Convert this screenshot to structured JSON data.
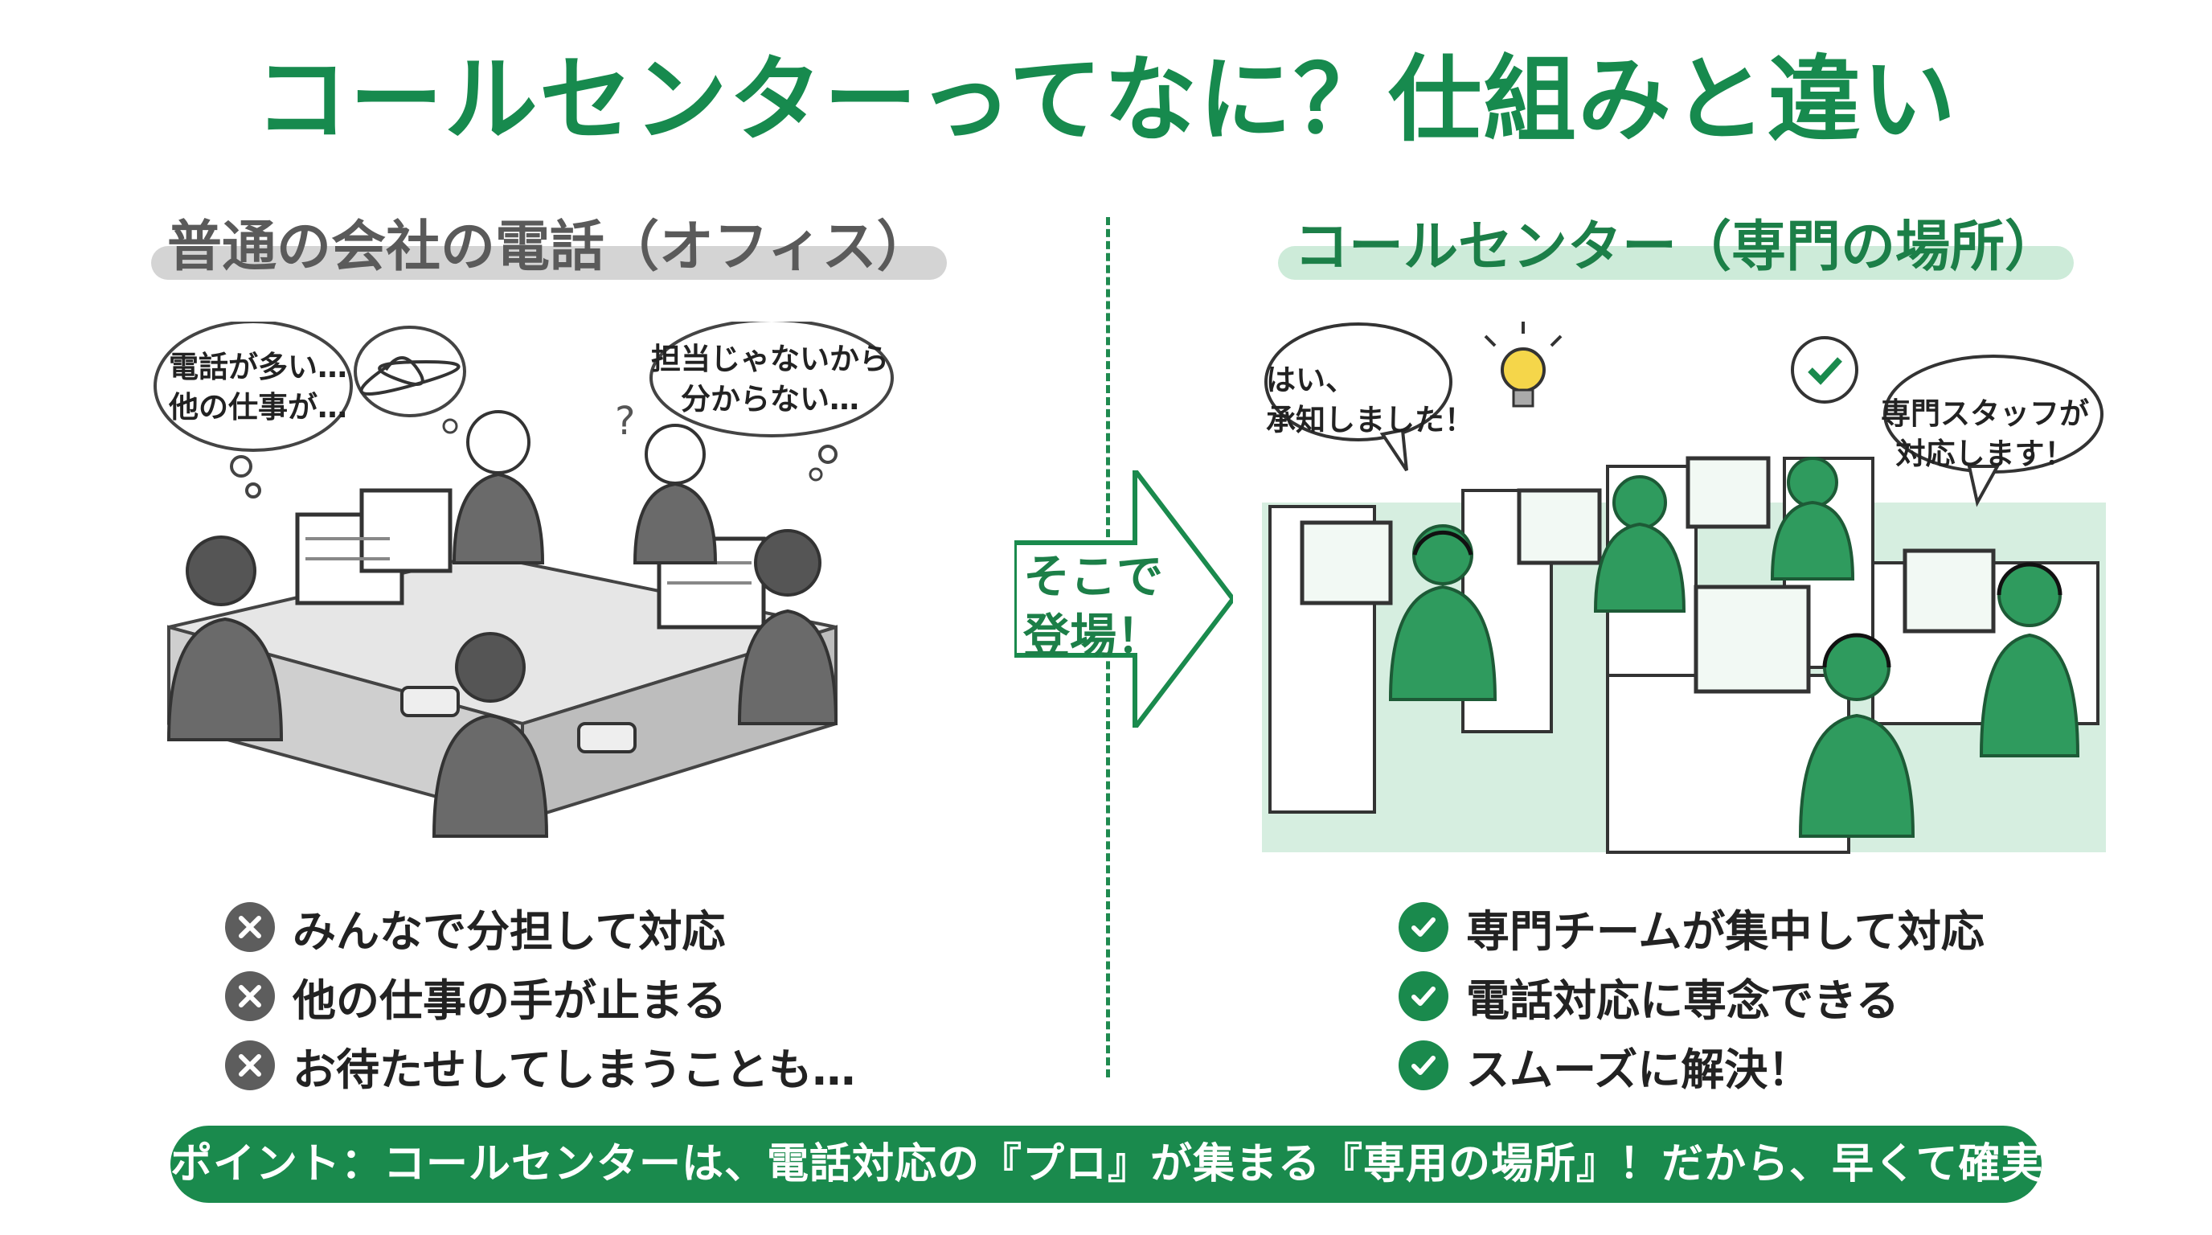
{
  "title": "コールセンターってなに？仕組みと違い",
  "left": {
    "heading": "普通の会社の電話（オフィス）",
    "bubbles": [
      {
        "lines": [
          "電話が多い…",
          "他の仕事が…"
        ]
      },
      {
        "lines": [
          "担当じゃないから",
          "分からない…"
        ]
      }
    ],
    "points": [
      "みんなで分担して対応",
      "他の仕事の手が止まる",
      "お待たせしてしまうことも…"
    ]
  },
  "arrow": {
    "lines": [
      "そこで",
      "登場！"
    ]
  },
  "right": {
    "heading": "コールセンター（専門の場所）",
    "bubbles": [
      {
        "lines": [
          "はい、",
          "承知しました！"
        ]
      },
      {
        "lines": [
          "専門スタッフが",
          "対応します！"
        ]
      }
    ],
    "points": [
      "専門チームが集中して対応",
      "電話対応に専念できる",
      "スムーズに解決！"
    ]
  },
  "footer": "ポイント：コールセンターは、電話対応の『プロ』が集まる『専用の場所』！だから、早くて確実！",
  "colors": {
    "accent": "#1a8a4d",
    "gray": "#5d5d5d",
    "light_green": "#d6eee0"
  },
  "icons": {
    "negative": "x-circle-icon",
    "positive": "check-circle-icon"
  }
}
